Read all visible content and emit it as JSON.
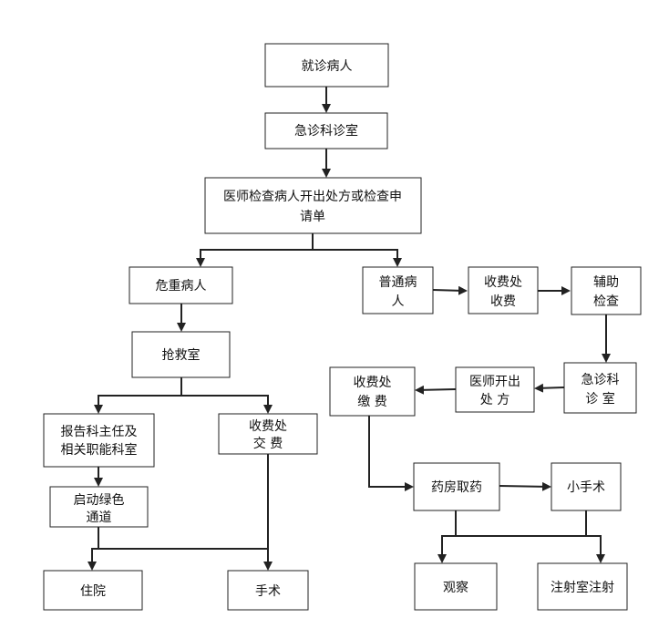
{
  "diagram": {
    "nodes": {
      "patient": [
        "就诊病人"
      ],
      "er_room": [
        "急诊科诊室"
      ],
      "doctor_exam": [
        "医师检查病人开出处方或检查申",
        "请单"
      ],
      "critical": [
        "危重病人"
      ],
      "rescue": [
        "抢救室"
      ],
      "report": [
        "报告科主任及",
        "相关职能科室"
      ],
      "green_channel": [
        "启动绿色",
        "通道"
      ],
      "hospitalize": [
        "住院"
      ],
      "fee_pay_left": [
        "收费处",
        "交 费"
      ],
      "surgery": [
        "手术"
      ],
      "ordinary": [
        "普通病",
        "人"
      ],
      "fee_collect": [
        "收费处",
        "收费"
      ],
      "aux_check": [
        "辅助",
        "检查"
      ],
      "er_room2": [
        "急诊科",
        "诊 室"
      ],
      "doctor_rx": [
        "医师开出",
        "处 方"
      ],
      "fee_pay_right": [
        "收费处",
        "缴 费"
      ],
      "pharmacy": [
        "药房取药"
      ],
      "minor_surgery": [
        "小手术"
      ],
      "observe": [
        "观察"
      ],
      "injection": [
        "注射室注射"
      ]
    }
  }
}
